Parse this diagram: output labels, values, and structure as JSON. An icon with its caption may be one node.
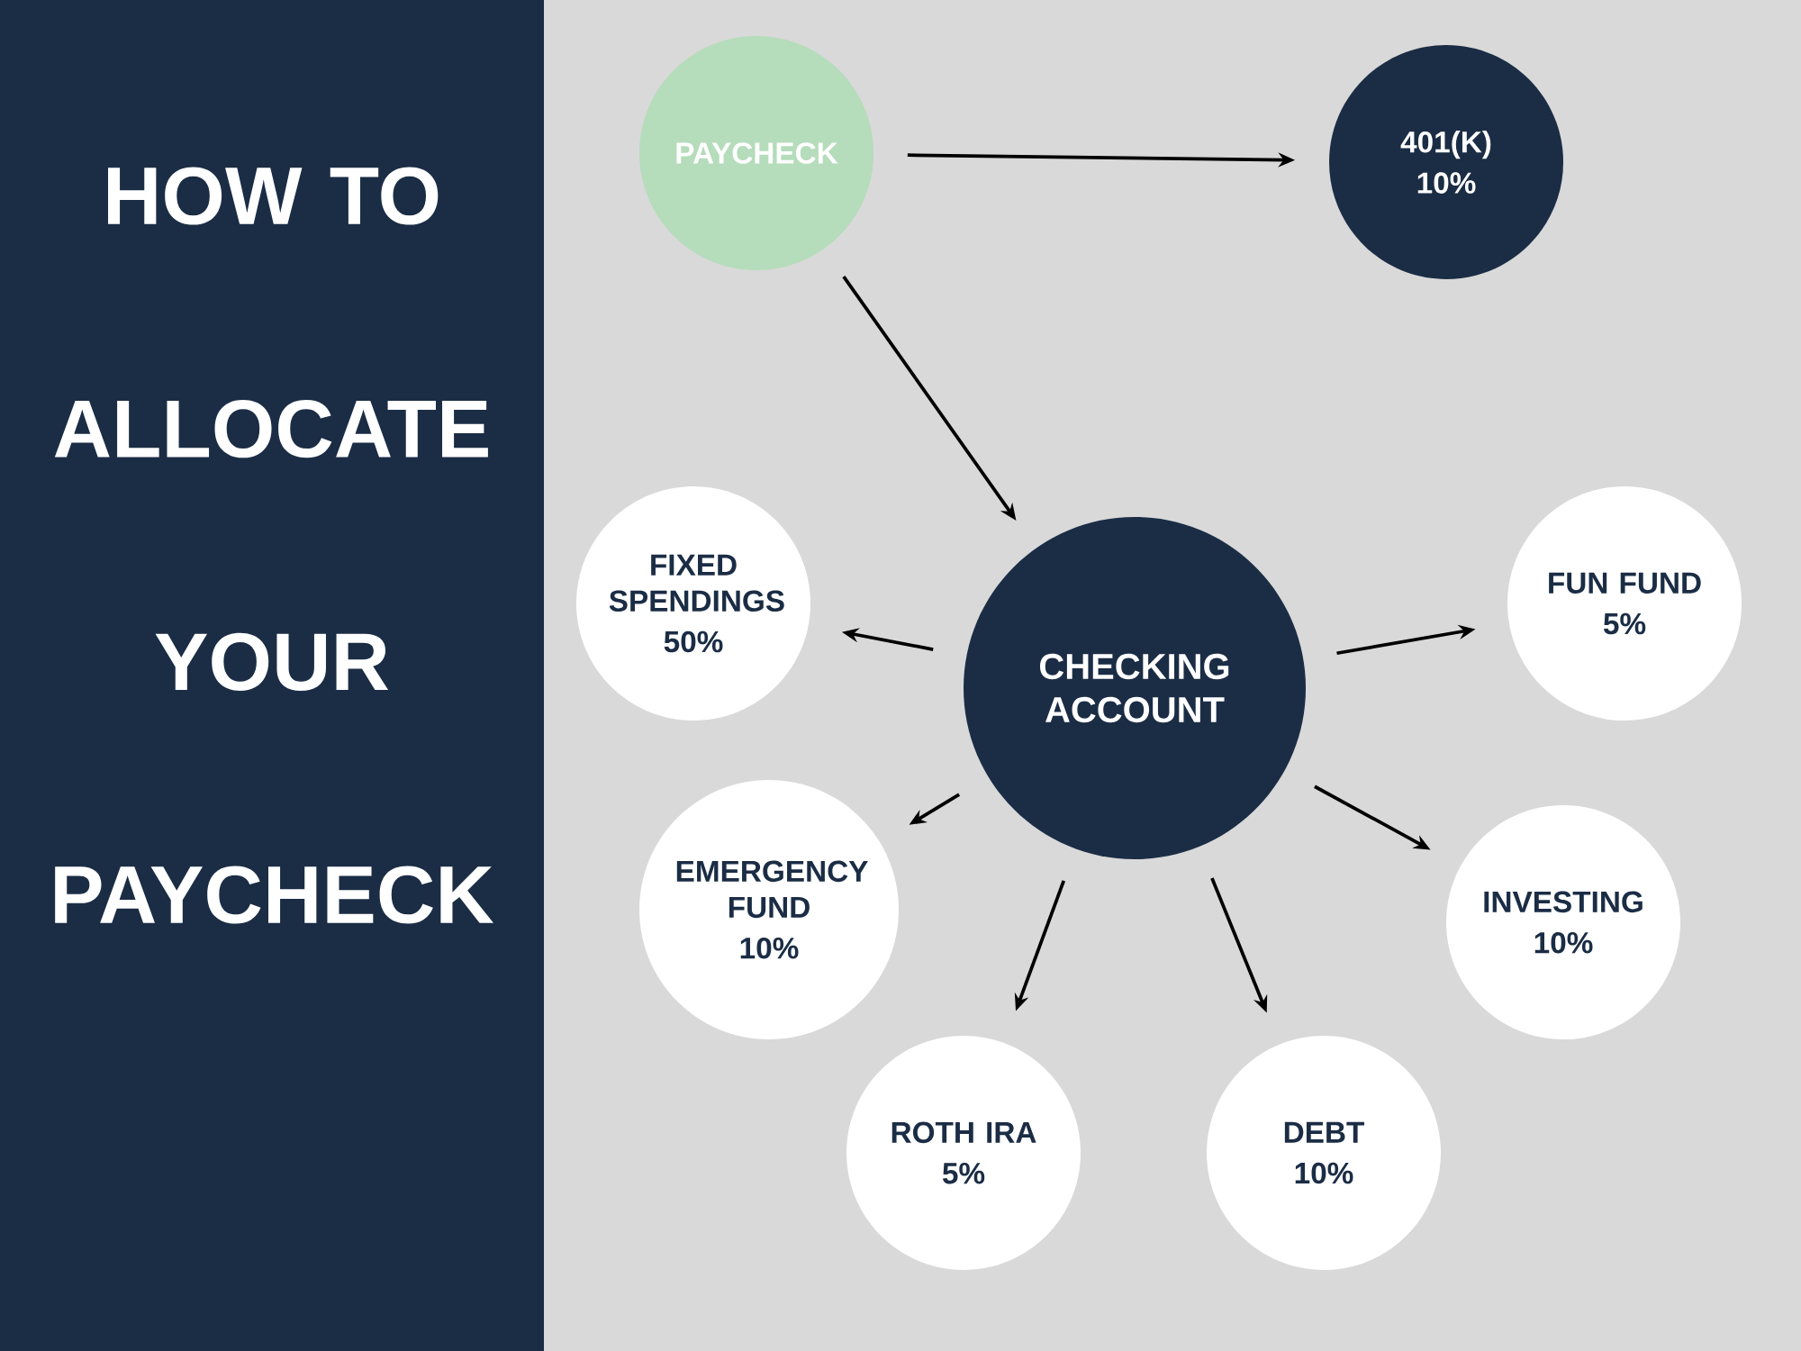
{
  "diagram": {
    "title": "HOW TO ALLOCATE YOUR PAYCHECK",
    "nodes": [
      {
        "text": [
          "PAYCHECK"
        ]
      },
      {
        "text": [
          "401(K)",
          "10%"
        ]
      },
      {
        "text": [
          "CHECKING ACCOUNT"
        ]
      },
      {
        "text": [
          "FIXED SPENDINGS",
          "50%"
        ]
      },
      {
        "text": [
          "FUN FUND",
          "5%"
        ]
      },
      {
        "text": [
          "EMERGENCY FUND",
          "10%"
        ]
      },
      {
        "text": [
          "INVESTING",
          "10%"
        ]
      },
      {
        "text": [
          "ROTH IRA",
          "5%"
        ]
      },
      {
        "text": [
          "DEBT",
          "10%"
        ]
      }
    ],
    "edges": [
      {
        "from": 0,
        "to": 1,
        "arrow": "to"
      },
      {
        "from": 0,
        "to": 2,
        "arrow": "to"
      },
      {
        "from": 2,
        "to": 3,
        "arrow": "to"
      },
      {
        "from": 2,
        "to": 4,
        "arrow": "to"
      },
      {
        "from": 2,
        "to": 5,
        "arrow": "to"
      },
      {
        "from": 2,
        "to": 6,
        "arrow": "to"
      },
      {
        "from": 2,
        "to": 7,
        "arrow": "to"
      },
      {
        "from": 2,
        "to": 8,
        "arrow": "to"
      }
    ]
  }
}
